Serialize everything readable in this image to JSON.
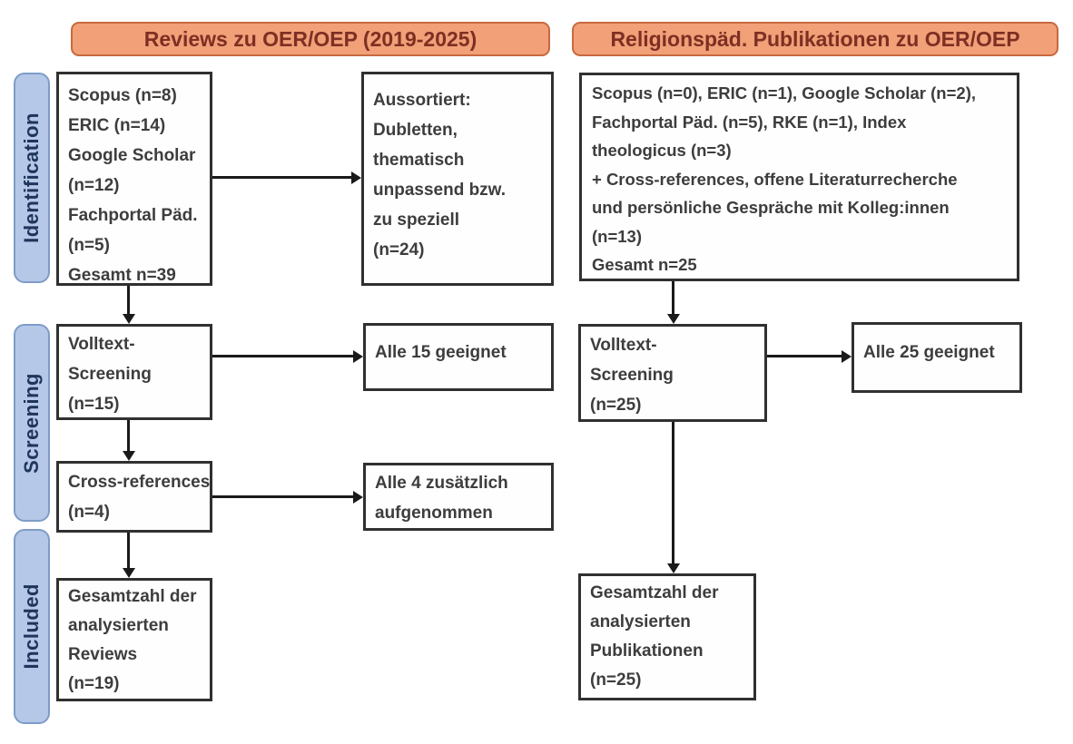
{
  "headers": {
    "left": "Reviews zu OER/OEP (2019-2025)",
    "right": "Religionspäd. Publikationen zu OER/OEP"
  },
  "stages": {
    "identification": "Identification",
    "screening": "Screening",
    "included": "Included"
  },
  "left_flow": {
    "sources": "Scopus (n=8)\nERIC (n=14)\nGoogle Scholar\n(n=12)\nFachportal Päd.\n(n=5)\nGesamt n=39",
    "excluded": "Aussortiert:\nDubletten,\nthematisch\nunpassend bzw.\nzu speziell\n(n=24)",
    "fulltext_screening": "Volltext-\nScreening\n(n=15)",
    "fulltext_result": "Alle 15 geeignet",
    "cross_references": "Cross-references\n(n=4)",
    "cross_references_result": "Alle 4 zusätzlich\naufgenommen",
    "total": "Gesamtzahl der\nanalysierten\nReviews\n(n=19)"
  },
  "right_flow": {
    "sources": "Scopus (n=0), ERIC (n=1), Google Scholar (n=2),\nFachportal Päd. (n=5), RKE (n=1), Index\ntheologicus (n=3)\n+ Cross-references, offene Literaturrecherche\nund persönliche Gespräche mit Kolleg:innen\n(n=13)\nGesamt n=25",
    "fulltext_screening": "Volltext-\nScreening\n(n=25)",
    "fulltext_result": "Alle 25 geeignet",
    "total": "Gesamtzahl der\nanalysierten\nPublikationen\n(n=25)"
  },
  "colors": {
    "header_fill": "#F1A078",
    "header_border": "#C8693F",
    "header_text": "#7E2F23",
    "stage_fill": "#B5C8E8",
    "stage_border": "#7E9CC9",
    "stage_text": "#20355C",
    "box_border": "#303030",
    "box_text": "#3D3D3D",
    "arrow": "#1A1A1A",
    "background": "#FFFFFF"
  }
}
